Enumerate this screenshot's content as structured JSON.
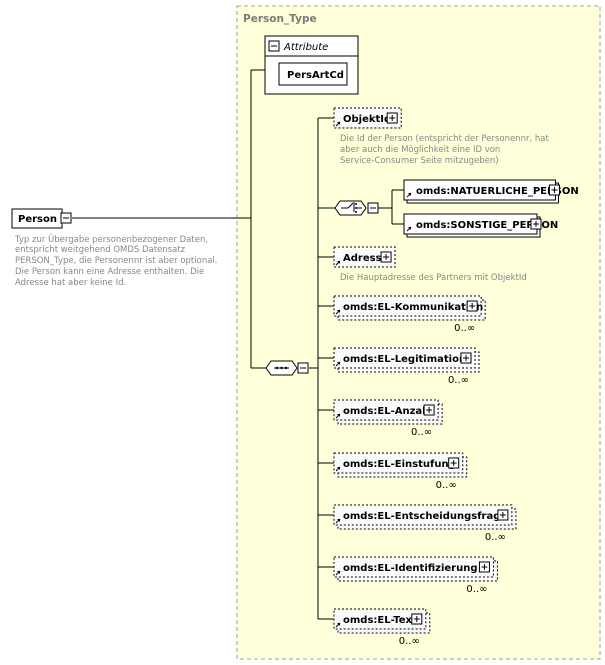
{
  "type_box": {
    "title": "Person_Type"
  },
  "root": {
    "label": "Person",
    "doc": [
      "Typ zur Übergabe personenbezogener Daten,",
      "entspricht weitgehend OMDS Datensatz",
      "PERSON_Type, die Personennr ist aber optional.",
      "Die Person kann eine Adresse enthalten. Die",
      "Adresse hat aber keine Id."
    ]
  },
  "attributes": {
    "header": "Attribute",
    "items": [
      {
        "label": "PersArtCd"
      }
    ]
  },
  "elements": [
    {
      "label": "ObjektId",
      "doc": [
        "Die Id der Person (entspricht der Personennr, hat",
        "aber auch die Möglichkeit eine ID von",
        "Service-Consumer Seite mitzugeben)"
      ],
      "occurs": ""
    },
    {
      "label": "Adresse",
      "doc": [
        "Die Hauptadresse des Partners mit ObjektId"
      ],
      "occurs": ""
    },
    {
      "label": "omds:EL-Kommunikation",
      "doc": [],
      "occurs": "0..∞"
    },
    {
      "label": "omds:EL-Legitimation",
      "doc": [],
      "occurs": "0..∞"
    },
    {
      "label": "omds:EL-Anzahl",
      "doc": [],
      "occurs": "0..∞"
    },
    {
      "label": "omds:EL-Einstufung",
      "doc": [],
      "occurs": "0..∞"
    },
    {
      "label": "omds:EL-Entscheidungsfrage",
      "doc": [],
      "occurs": "0..∞"
    },
    {
      "label": "omds:EL-Identifizierung",
      "doc": [],
      "occurs": "0..∞"
    },
    {
      "label": "omds:EL-Text",
      "doc": [],
      "occurs": "0..∞"
    }
  ],
  "choice": {
    "options": [
      {
        "label": "omds:NATUERLICHE_PERSON"
      },
      {
        "label": "omds:SONSTIGE_PERSON"
      }
    ]
  },
  "colors": {
    "type_box_fill": "#ffffd9",
    "type_box_border": "#a0a090"
  }
}
